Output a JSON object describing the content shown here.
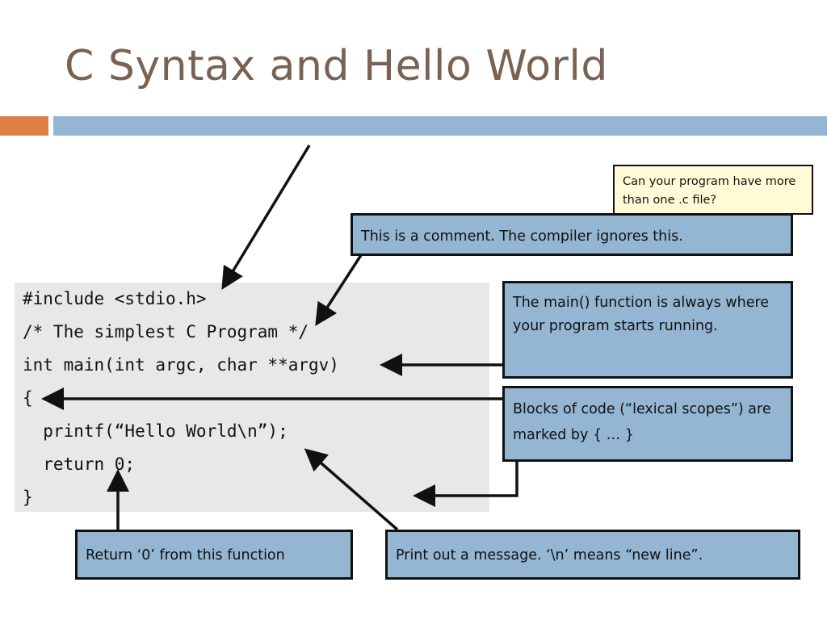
{
  "slide": {
    "title": "C Syntax and Hello World"
  },
  "code": {
    "lines": [
      "#include <stdio.h>",
      "/* The simplest C Program */",
      "int main(int argc, char **argv)",
      "{",
      "  printf(“Hello World\\n”);",
      "  return 0;",
      "}"
    ]
  },
  "callouts": {
    "multiple_files": "Can your program have more than one .c file?",
    "comment": "This is a comment.  The compiler ignores this.",
    "main_function": "The main() function is always where your program starts running.",
    "blocks": "Blocks of code (“lexical scopes”) are marked by { … }",
    "return_zero": "Return ‘0’ from this function",
    "print_message": "Print out a message. ‘\\n’ means “new line”."
  },
  "colors": {
    "title": "#7a6252",
    "accent_orange": "#e07f45",
    "accent_blue": "#94b6d2",
    "callout_fill": "#94b6d2",
    "note_fill": "#fffbd6",
    "code_bg": "#e8e8e8"
  }
}
